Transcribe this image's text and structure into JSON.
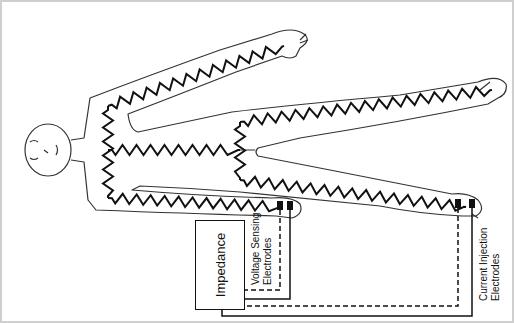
{
  "diagram": {
    "nodes": [
      {
        "text": [
          "Impedance"
        ]
      }
    ],
    "labels": [
      "Voltage Sensing Electrodes",
      "Current Injection Electrodes"
    ]
  }
}
